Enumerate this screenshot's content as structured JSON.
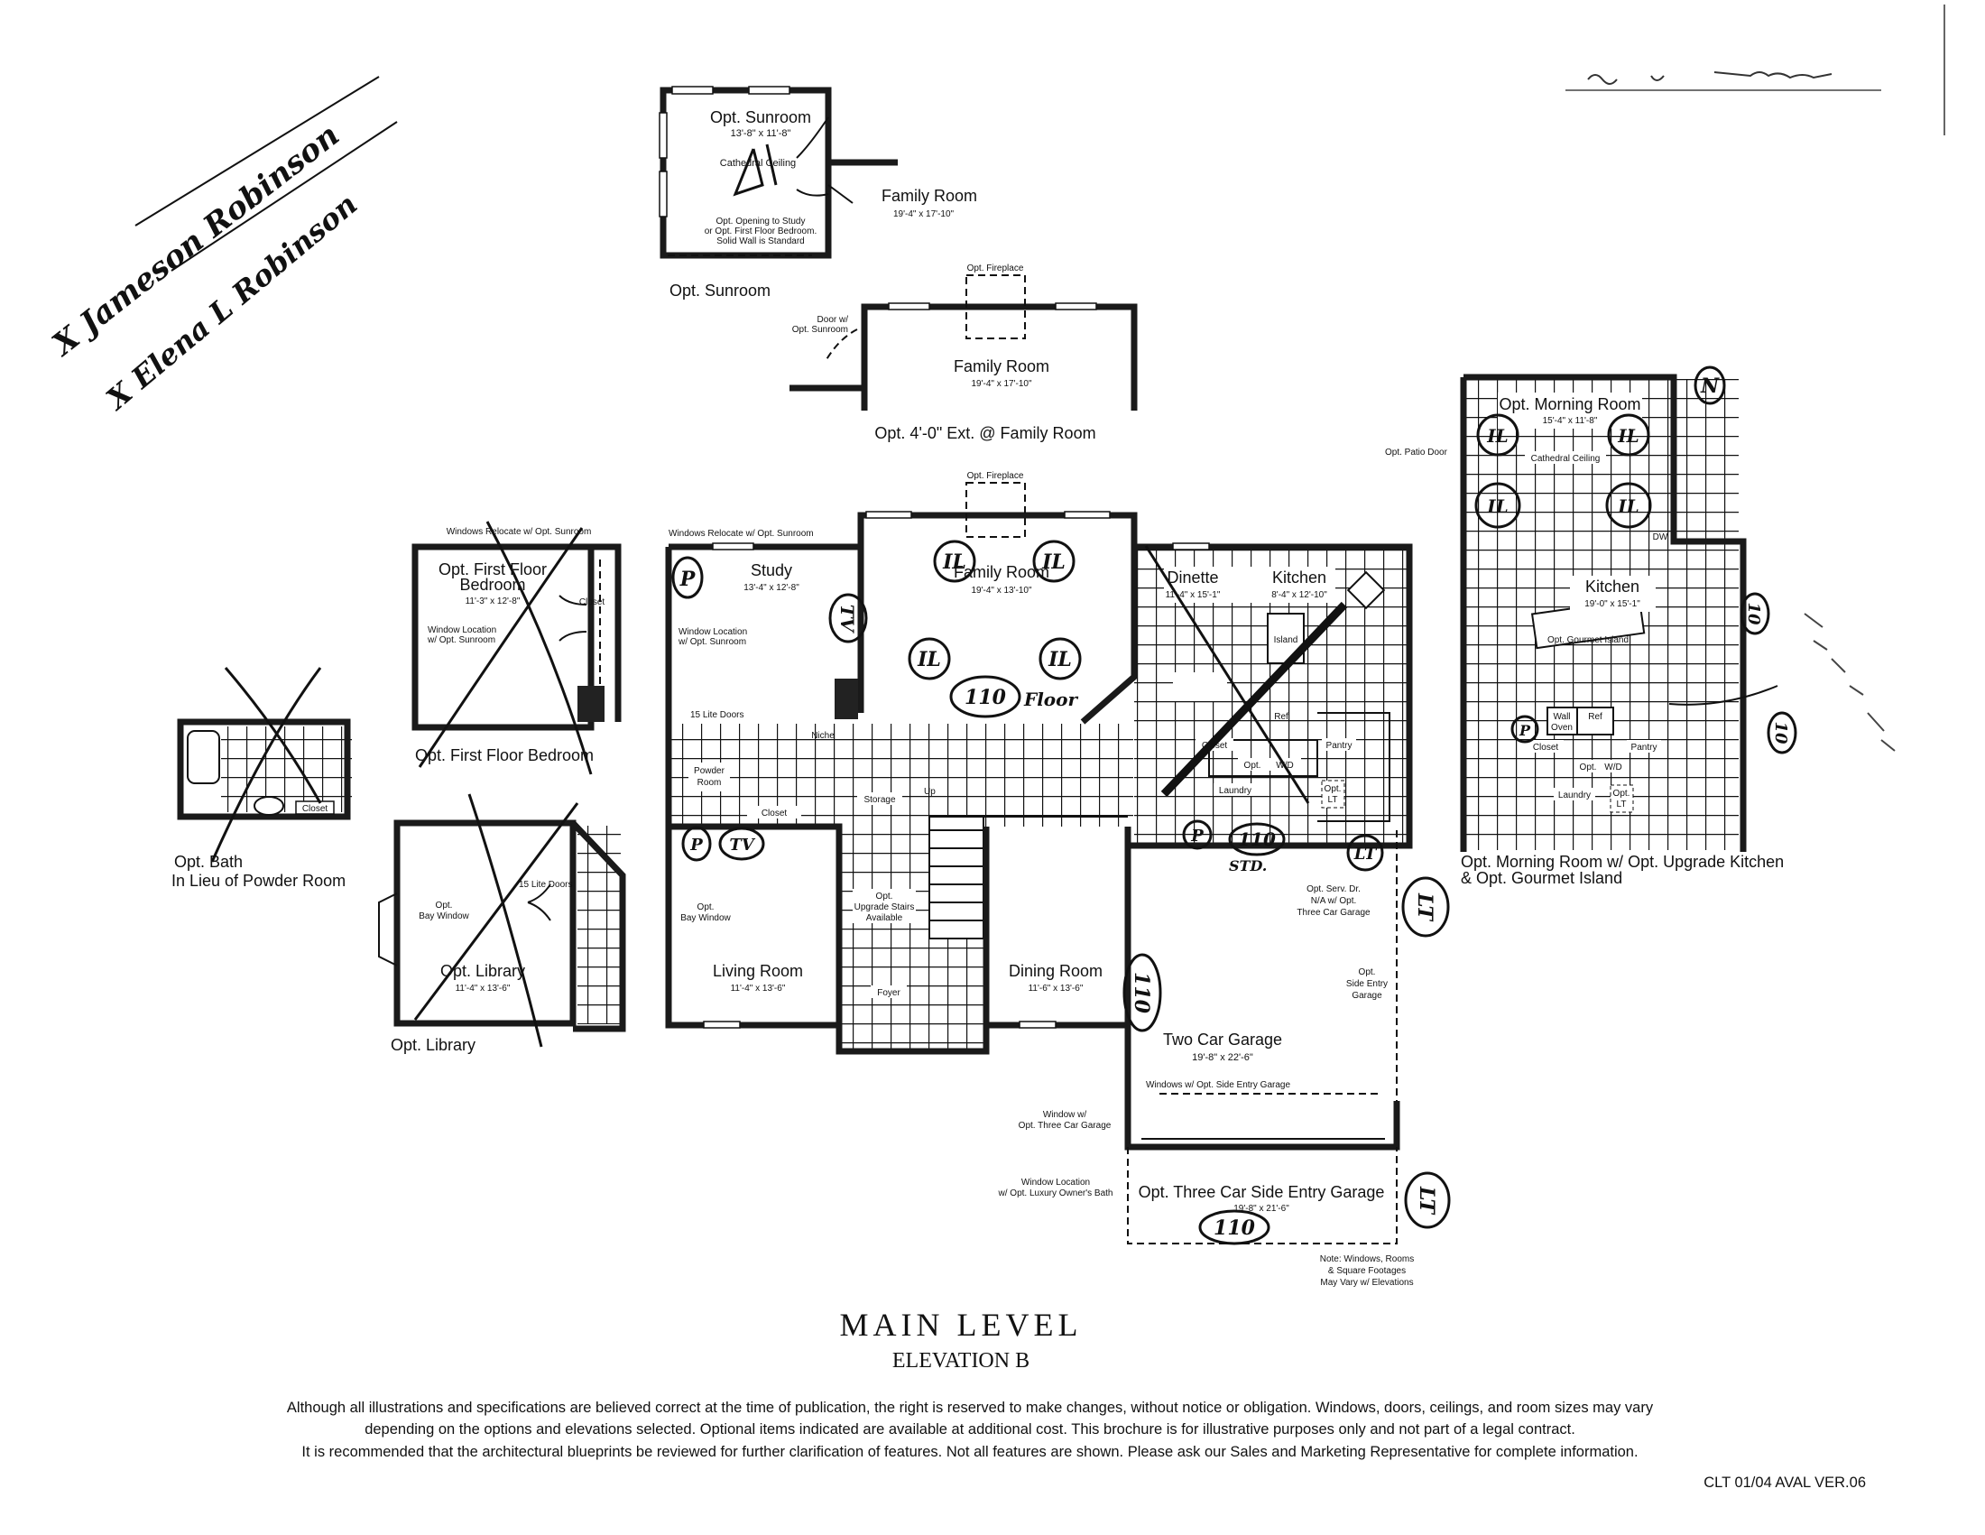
{
  "document": {
    "title": "MAIN LEVEL",
    "subtitle": "ELEVATION B",
    "disclaimer": [
      "Although all illustrations and specifications are believed correct at the time of publication, the right is reserved to make changes, without notice or obligation.  Windows, doors, ceilings, and room sizes may vary",
      "depending on the options and elevations selected.  Optional items indicated are available at additional cost.  This brochure is for illustrative purposes only and not part of a legal contract.",
      "It is recommended that the architectural blueprints be reviewed for further clarification of features.  Not all features are shown.  Please ask our Sales and Marketing Representative for complete information."
    ],
    "version": "CLT 01/04 AVAL VER.06",
    "note": [
      "Note: Windows, Rooms",
      "& Square Footages",
      "May Vary w/ Elevations"
    ]
  },
  "sunroom_inset": {
    "room": "Opt. Sunroom",
    "dims": "13'-8\" x 11'-8\"",
    "ceiling": "Cathedral Ceiling",
    "opening_note": [
      "Opt. Opening to Study",
      "or Opt. First Floor Bedroom.",
      "Solid Wall is Standard"
    ],
    "adjacent_room": "Family Room",
    "adjacent_dims": "19'-4\" x 17'-10\"",
    "caption": "Opt. Sunroom"
  },
  "family_ext_inset": {
    "fireplace": "Opt. Fireplace",
    "door_note": [
      "Door w/",
      "Opt. Sunroom"
    ],
    "room": "Family Room",
    "dims": "19'-4\" x 17'-10\"",
    "caption": "Opt. 4'-0\" Ext. @ Family Room"
  },
  "bedroom_inset": {
    "windows_note": "Windows Relocate w/ Opt. Sunroom",
    "room": [
      "Opt. First Floor",
      "Bedroom"
    ],
    "dims": "11'-3\" x 12'-8\"",
    "window_note": [
      "Window Location",
      "w/ Opt. Sunroom"
    ],
    "closet": "Closet",
    "caption": "Opt. First Floor Bedroom"
  },
  "bath_inset": {
    "closet": "Closet",
    "caption": [
      "Opt. Bath",
      "In Lieu of Powder Room"
    ]
  },
  "library_inset": {
    "doors": "15 Lite Doors",
    "bay": [
      "Opt.",
      "Bay Window"
    ],
    "room": "Opt. Library",
    "dims": "11'-4\" x 13'-6\"",
    "caption": "Opt. Library"
  },
  "morning_inset": {
    "patio": "Opt. Patio Door",
    "room": "Opt. Morning Room",
    "dims": "15'-4\" x 11'-8\"",
    "ceiling": "Cathedral Ceiling",
    "dw": "DW",
    "kitchen": "Kitchen",
    "kitchen_dims": "19'-0\" x 15'-1\"",
    "island": "Opt. Gourmet Island",
    "wall_oven": [
      "Wall",
      "Oven"
    ],
    "ref": "Ref",
    "pantry": "Pantry",
    "closet": "Closet",
    "opt": "Opt.",
    "wd": "W/D",
    "laundry": "Laundry",
    "lt": [
      "Opt.",
      "LT"
    ],
    "caption": [
      "Opt. Morning Room w/ Opt. Upgrade Kitchen",
      "& Opt. Gourmet Island"
    ]
  },
  "main_plan": {
    "windows_note": "Windows Relocate w/ Opt. Sunroom",
    "study": "Study",
    "study_dims": "13'-4\" x 12'-8\"",
    "window_note": [
      "Window Location",
      "w/ Opt. Sunroom"
    ],
    "doors": "15 Lite Doors",
    "niche": "Niche",
    "powder": [
      "Powder",
      "Room"
    ],
    "closet": "Closet",
    "storage": "Storage",
    "up": "Up",
    "fireplace": "Opt. Fireplace",
    "family": "Family Room",
    "family_dims": "19'-4\" x 13'-10\"",
    "dinette": "Dinette",
    "dinette_dims": "11'-4\" x 15'-1\"",
    "kitchen": "Kitchen",
    "kitchen_dims": "8'-4\" x 12'-10\"",
    "island": "Island",
    "ref": "Ref",
    "pantry": "Pantry",
    "closet2": "Closet",
    "opt": "Opt.",
    "wd": "W/D",
    "laundry": "Laundry",
    "lt": [
      "Opt.",
      "LT"
    ],
    "serv_door": [
      "Opt. Serv. Dr.",
      "N/A w/ Opt.",
      "Three Car Garage"
    ],
    "bay": [
      "Opt.",
      "Bay Window"
    ],
    "living": "Living Room",
    "living_dims": "11'-4\" x 13'-6\"",
    "stairs": [
      "Opt.",
      "Upgrade Stairs",
      "Available"
    ],
    "foyer": "Foyer",
    "dining": "Dining Room",
    "dining_dims": "11'-6\" x 13'-6\"",
    "side_entry": [
      "Opt.",
      "Side Entry",
      "Garage"
    ],
    "garage": "Two Car Garage",
    "garage_dims": "19'-8\" x 22'-6\"",
    "garage_windows": "Windows w/ Opt. Side Entry Garage",
    "three_car_window": [
      "Window w/",
      "Opt. Three Car Garage"
    ],
    "luxury_window": [
      "Window Location",
      "w/ Opt. Luxury Owner's Bath"
    ],
    "three_car": "Opt. Three Car Side Entry Garage",
    "three_car_dims": "19'-8\" x 21'-6\""
  },
  "annotations": [
    "P",
    "TV",
    "IL",
    "110",
    "Floor",
    "LT",
    "N",
    "10",
    "STD."
  ],
  "signatures": [
    "X Jameson Robinson",
    "X Elena L Robinson"
  ]
}
